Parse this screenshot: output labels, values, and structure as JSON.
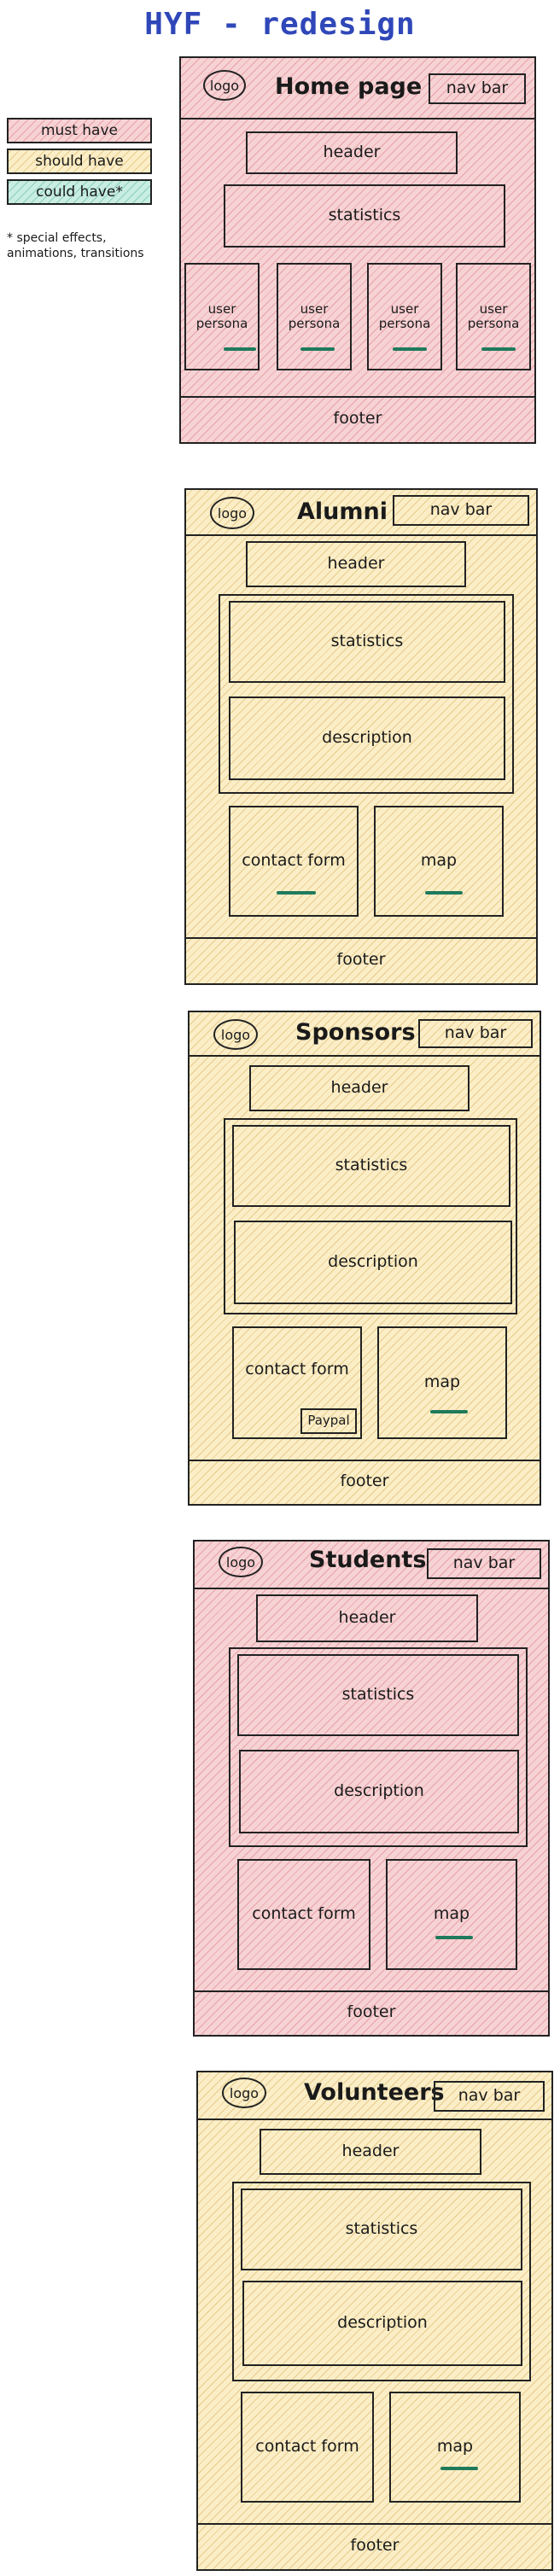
{
  "title": "HYF - redesign",
  "legend": {
    "must_have": "must have",
    "should_have": "should have",
    "could_have": "could have*",
    "note": "* special effects, animations, transitions"
  },
  "colors": {
    "must_have": "#f6d2d4",
    "should_have": "#fbeec7",
    "could_have": "#c8ede2",
    "underline": "#1f7a5c",
    "title": "#2f47b8"
  },
  "home": {
    "logo": "logo",
    "title": "Home page",
    "nav": "nav bar",
    "header": "header",
    "statistics": "statistics",
    "persona": "user persona",
    "footer": "footer"
  },
  "alumni": {
    "logo": "logo",
    "title": "Alumni",
    "nav": "nav bar",
    "header": "header",
    "statistics": "statistics",
    "description": "description",
    "contact": "contact form",
    "map": "map",
    "footer": "footer"
  },
  "sponsors": {
    "logo": "logo",
    "title": "Sponsors",
    "nav": "nav bar",
    "header": "header",
    "statistics": "statistics",
    "description": "description",
    "contact": "contact form",
    "paypal": "Paypal",
    "map": "map",
    "footer": "footer"
  },
  "students": {
    "logo": "logo",
    "title": "Students",
    "nav": "nav bar",
    "header": "header",
    "statistics": "statistics",
    "description": "description",
    "contact": "contact form",
    "map": "map",
    "footer": "footer"
  },
  "volunteers": {
    "logo": "logo",
    "title": "Volunteers",
    "nav": "nav bar",
    "header": "header",
    "statistics": "statistics",
    "description": "description",
    "contact": "contact form",
    "map": "map",
    "footer": "footer"
  }
}
